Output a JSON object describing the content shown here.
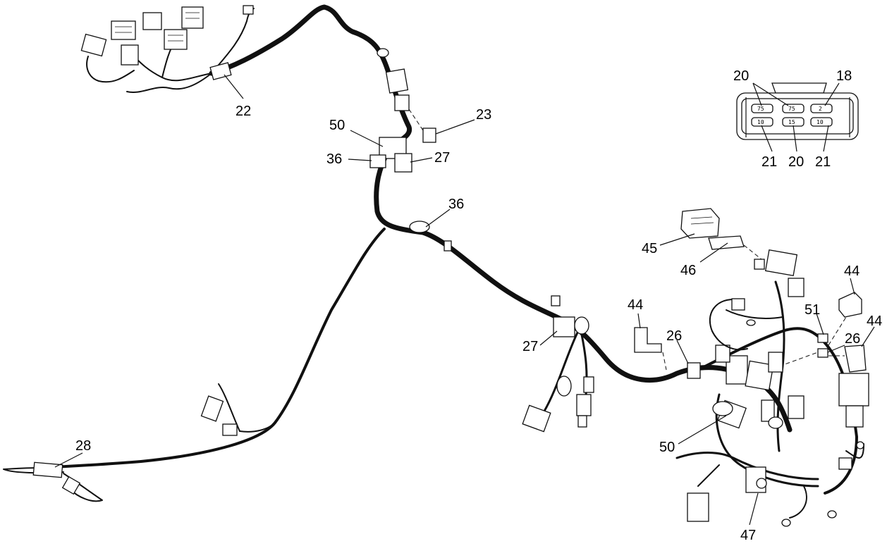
{
  "diagram": {
    "callouts": {
      "c22": "22",
      "c23": "23",
      "c50a": "50",
      "c36a": "36",
      "c27a": "27",
      "c36b": "36",
      "c45": "45",
      "c46": "46",
      "c44a": "44",
      "c44b": "44",
      "c44c": "44",
      "c51": "51",
      "c26a": "26",
      "c26b": "26",
      "c27b": "27",
      "c28": "28",
      "c50b": "50",
      "c47": "47"
    },
    "connector_face": {
      "top_left": "20",
      "top_right": "18",
      "bottom_1": "21",
      "bottom_2": "20",
      "bottom_3": "21",
      "pins": [
        "75",
        "75",
        "2",
        "10",
        "15",
        "10"
      ]
    }
  }
}
